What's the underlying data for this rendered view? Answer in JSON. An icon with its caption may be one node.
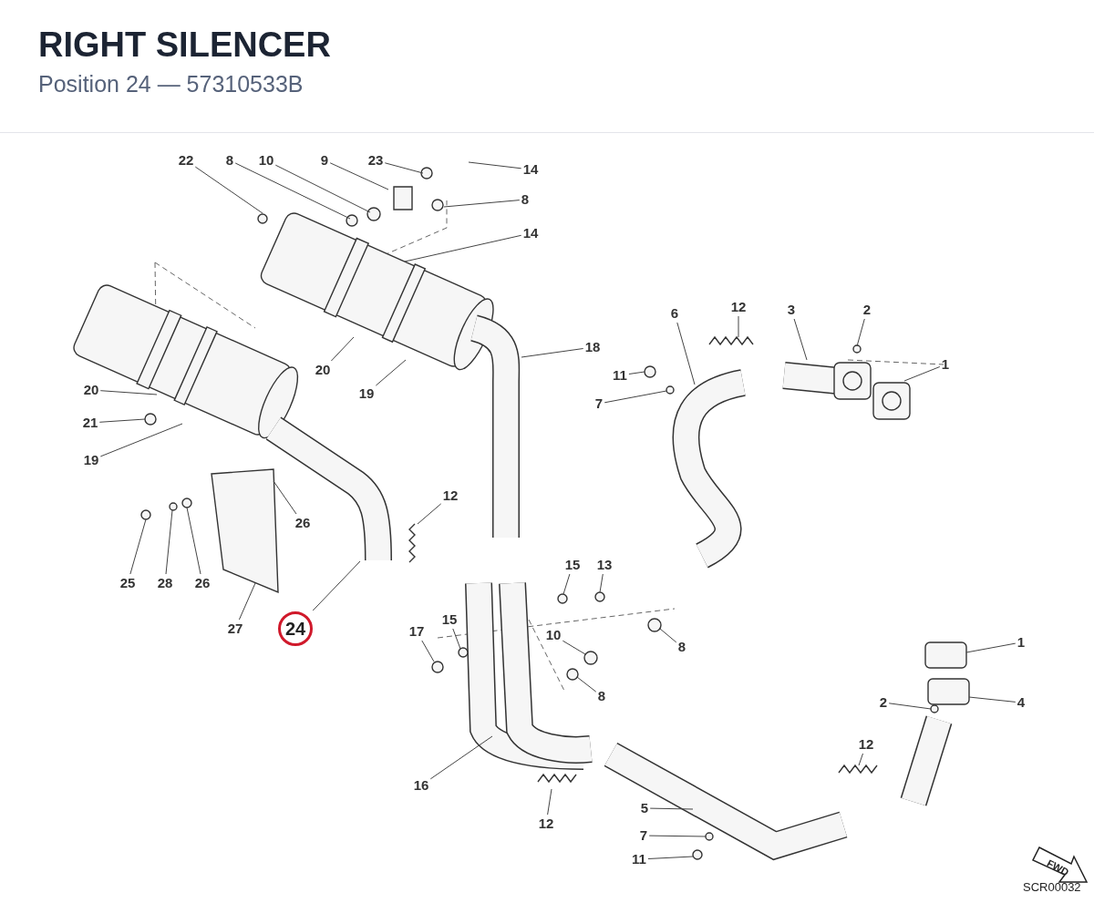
{
  "diagram": {
    "title": "RIGHT SILENCER",
    "nodes": [
      {
        "text": [
          "22"
        ]
      },
      {
        "text": [
          "8"
        ]
      },
      {
        "text": [
          "10"
        ]
      },
      {
        "text": [
          "9"
        ]
      },
      {
        "text": [
          "23"
        ]
      },
      {
        "text": [
          "14"
        ]
      },
      {
        "text": [
          "8"
        ]
      },
      {
        "text": [
          "14"
        ]
      },
      {
        "text": [
          "20"
        ]
      },
      {
        "text": [
          "19"
        ]
      },
      {
        "text": [
          "18"
        ]
      },
      {
        "text": [
          "12"
        ]
      },
      {
        "text": [
          "6"
        ]
      },
      {
        "text": [
          "3"
        ]
      },
      {
        "text": [
          "2"
        ]
      },
      {
        "text": [
          "1"
        ]
      },
      {
        "text": [
          "11"
        ]
      },
      {
        "text": [
          "7"
        ]
      },
      {
        "text": [
          "20"
        ]
      },
      {
        "text": [
          "21"
        ]
      },
      {
        "text": [
          "19"
        ]
      },
      {
        "text": [
          "26"
        ]
      },
      {
        "text": [
          "12"
        ]
      },
      {
        "text": [
          "25"
        ]
      },
      {
        "text": [
          "28"
        ]
      },
      {
        "text": [
          "26"
        ]
      },
      {
        "text": [
          "27"
        ]
      },
      {
        "text": [
          "24"
        ]
      },
      {
        "text": [
          "17"
        ]
      },
      {
        "text": [
          "15"
        ]
      },
      {
        "text": [
          "15"
        ]
      },
      {
        "text": [
          "13"
        ]
      },
      {
        "text": [
          "10"
        ]
      },
      {
        "text": [
          "8"
        ]
      },
      {
        "text": [
          "8"
        ]
      },
      {
        "text": [
          "1"
        ]
      },
      {
        "text": [
          "4"
        ]
      },
      {
        "text": [
          "2"
        ]
      },
      {
        "text": [
          "12"
        ]
      },
      {
        "text": [
          "16"
        ]
      },
      {
        "text": [
          "12"
        ]
      },
      {
        "text": [
          "5"
        ]
      },
      {
        "text": [
          "7"
        ]
      },
      {
        "text": [
          "11"
        ]
      }
    ],
    "edges": [
      {
        "from": 0,
        "to": null,
        "arrow": "none"
      },
      {
        "from": 1,
        "to": null,
        "arrow": "none"
      },
      {
        "from": 2,
        "to": null,
        "arrow": "none"
      },
      {
        "from": 3,
        "to": null,
        "arrow": "none"
      },
      {
        "from": 4,
        "to": null,
        "arrow": "none"
      },
      {
        "from": 5,
        "to": null,
        "arrow": "none"
      },
      {
        "from": 6,
        "to": null,
        "arrow": "none"
      },
      {
        "from": 7,
        "to": null,
        "arrow": "none"
      },
      {
        "from": 8,
        "to": null,
        "arrow": "none"
      },
      {
        "from": 9,
        "to": null,
        "arrow": "none"
      },
      {
        "from": 10,
        "to": null,
        "arrow": "none"
      },
      {
        "from": 11,
        "to": null,
        "arrow": "none"
      },
      {
        "from": 12,
        "to": null,
        "arrow": "none"
      },
      {
        "from": 13,
        "to": null,
        "arrow": "none"
      },
      {
        "from": 14,
        "to": null,
        "arrow": "none"
      },
      {
        "from": 15,
        "to": null,
        "arrow": "none"
      },
      {
        "from": 16,
        "to": null,
        "arrow": "none"
      },
      {
        "from": 17,
        "to": null,
        "arrow": "none"
      },
      {
        "from": 18,
        "to": null,
        "arrow": "none"
      },
      {
        "from": 19,
        "to": null,
        "arrow": "none"
      },
      {
        "from": 20,
        "to": null,
        "arrow": "none"
      },
      {
        "from": 21,
        "to": null,
        "arrow": "none"
      },
      {
        "from": 22,
        "to": null,
        "arrow": "none"
      },
      {
        "from": 23,
        "to": null,
        "arrow": "none"
      },
      {
        "from": 24,
        "to": null,
        "arrow": "none"
      },
      {
        "from": 25,
        "to": null,
        "arrow": "none"
      },
      {
        "from": 26,
        "to": null,
        "arrow": "none"
      },
      {
        "from": 27,
        "to": null,
        "arrow": "none"
      },
      {
        "from": 28,
        "to": null,
        "arrow": "none"
      },
      {
        "from": 29,
        "to": null,
        "arrow": "none"
      },
      {
        "from": 30,
        "to": null,
        "arrow": "none"
      },
      {
        "from": 31,
        "to": null,
        "arrow": "none"
      },
      {
        "from": 32,
        "to": null,
        "arrow": "none"
      },
      {
        "from": 33,
        "to": null,
        "arrow": "none"
      },
      {
        "from": 34,
        "to": null,
        "arrow": "none"
      },
      {
        "from": 35,
        "to": null,
        "arrow": "none"
      },
      {
        "from": 36,
        "to": null,
        "arrow": "none"
      },
      {
        "from": 37,
        "to": null,
        "arrow": "none"
      },
      {
        "from": 38,
        "to": null,
        "arrow": "none"
      },
      {
        "from": 39,
        "to": null,
        "arrow": "none"
      },
      {
        "from": 40,
        "to": null,
        "arrow": "none"
      },
      {
        "from": 41,
        "to": null,
        "arrow": "none"
      },
      {
        "from": 42,
        "to": null,
        "arrow": "none"
      },
      {
        "from": 43,
        "to": null,
        "arrow": "none"
      }
    ],
    "labels": [
      "Position 24 — 57310533B",
      "FWD",
      "SCR00032"
    ]
  }
}
